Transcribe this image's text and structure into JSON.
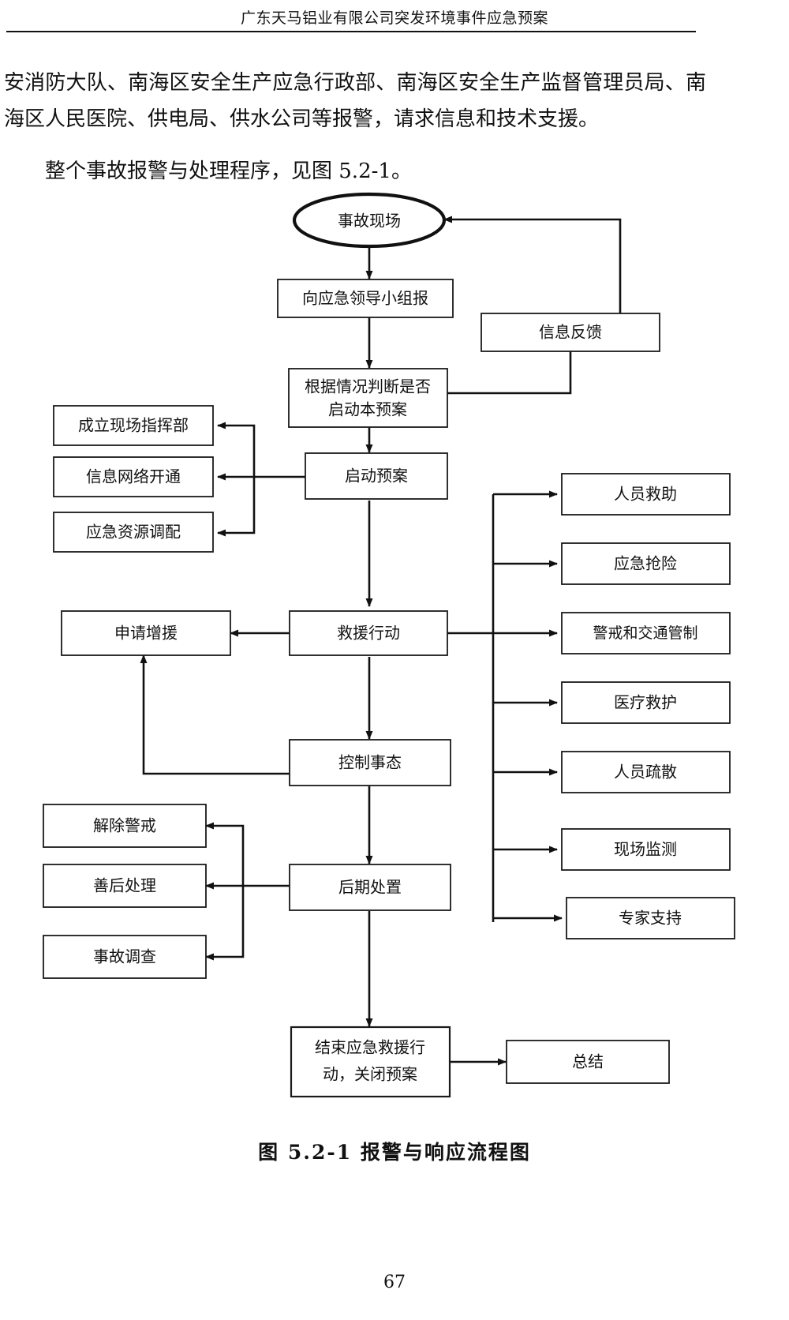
{
  "header": {
    "title": "广东天马铝业有限公司突发环境事件应急预案"
  },
  "body": {
    "paragraph_1": "安消防大队、南海区安全生产应急行政部、南海区安全生产监督管理员局、南海区人民医院、供电局、供水公司等报警，请求信息和技术支援。",
    "paragraph_2": "整个事故报警与处理程序，见图 5.2-1。"
  },
  "figure": {
    "caption": "图 5.2-1  报警与响应流程图",
    "nodes": {
      "accident_scene": "事故现场",
      "report_to_leading_group": "向应急领导小组报",
      "judge_whether_activate": "根据情况判断是否",
      "judge_whether_activate_line2": "启动本预案",
      "information_feedback": "信息反馈",
      "activate_plan": "启动预案",
      "establish_command": "成立现场指挥部",
      "open_info_network": "信息网络开通",
      "allocate_resources": "应急资源调配",
      "rescue_action": "救援行动",
      "request_reinforcement": "申请增援",
      "control_situation": "控制事态",
      "later_disposal": "后期处置",
      "lift_alert": "解除警戒",
      "aftermath_handling": "善后处理",
      "accident_investigation": "事故调查",
      "end_rescue_line1": "结束应急救援行",
      "end_rescue_line2": "动，关闭预案",
      "summary": "总结",
      "personnel_rescue": "人员救助",
      "emergency_repair": "应急抢险",
      "alert_traffic_control": "警戒和交通管制",
      "medical_aid": "医疗救护",
      "personnel_evacuation": "人员疏散",
      "site_monitoring": "现场监测",
      "expert_support": "专家支持"
    }
  },
  "footer": {
    "page_number": "67"
  },
  "colors": {
    "ink": "#111111",
    "paper": "#ffffff"
  }
}
